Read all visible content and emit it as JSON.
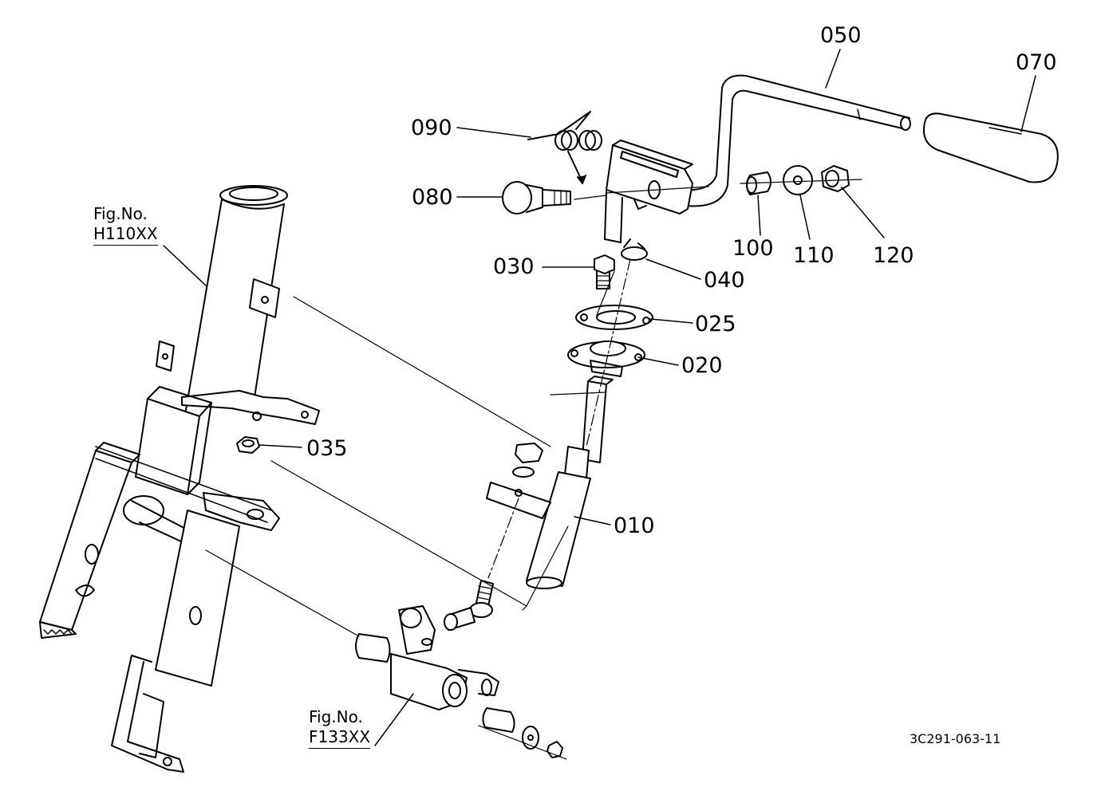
{
  "parts": [
    {
      "id": "p010",
      "label": "010"
    },
    {
      "id": "p020",
      "label": "020"
    },
    {
      "id": "p025",
      "label": "025"
    },
    {
      "id": "p030",
      "label": "030"
    },
    {
      "id": "p035",
      "label": "035"
    },
    {
      "id": "p040",
      "label": "040"
    },
    {
      "id": "p050",
      "label": "050"
    },
    {
      "id": "p070",
      "label": "070"
    },
    {
      "id": "p080",
      "label": "080"
    },
    {
      "id": "p090",
      "label": "090"
    },
    {
      "id": "p100",
      "label": "100"
    },
    {
      "id": "p110",
      "label": "110"
    },
    {
      "id": "p120",
      "label": "120"
    }
  ],
  "references": [
    {
      "prefix": "Fig.No.",
      "code": "H110XX"
    },
    {
      "prefix": "Fig.No.",
      "code": "F133XX"
    }
  ],
  "drawing_code": "3C291-063-11"
}
